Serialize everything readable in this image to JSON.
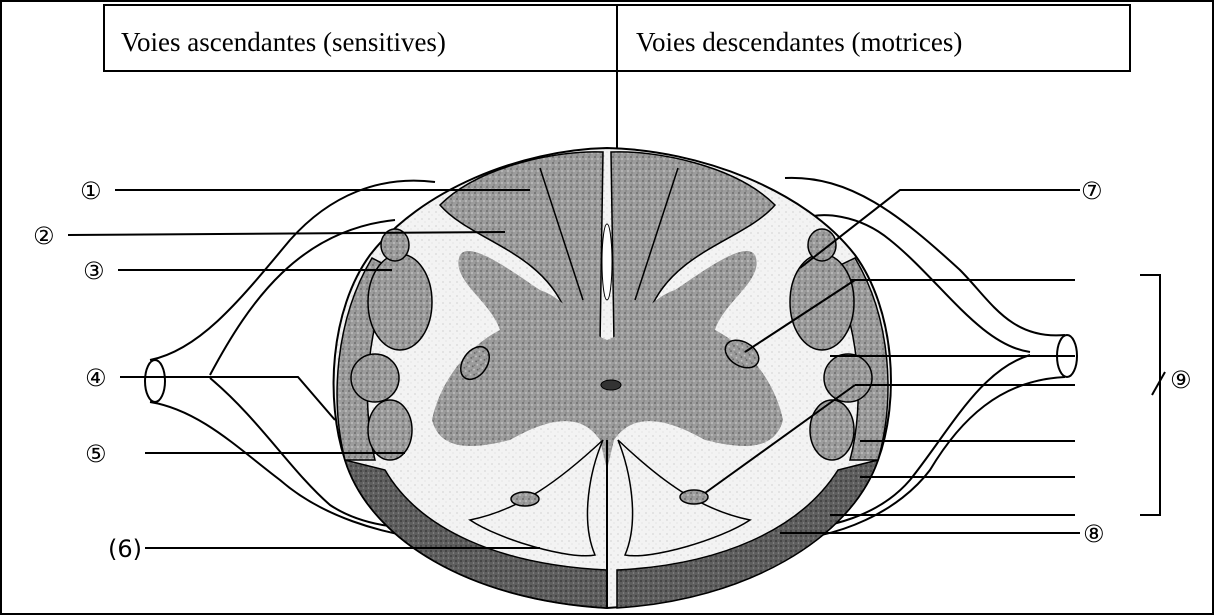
{
  "header": {
    "left": "Voies ascendantes (sensitives)",
    "right": "Voies descendantes (motrices)"
  },
  "labels": {
    "l1": "①",
    "l2": "②",
    "l3": "③",
    "l4": "④",
    "l5": "⑤",
    "l6": "(6)",
    "l7": "⑦",
    "l8": "⑧",
    "l9": "⑨"
  },
  "colors": {
    "grey_matter": "#a9a9a9",
    "tract_dark": "#6e6e6e",
    "tract_mid": "#8f8f8f",
    "white_matter": "#f2f2f2",
    "ink": "#000000"
  }
}
